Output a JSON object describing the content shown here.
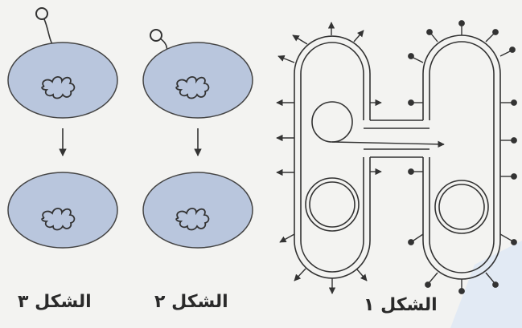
{
  "captions": {
    "figure1": "الشكل ١",
    "figure2": "الشكل ٢",
    "figure3": "الشكل ٣"
  },
  "colors": {
    "cell_fill": "#b9c6dd",
    "stroke": "#333333",
    "background": "#f3f3f1",
    "accent_corner": "#dde7f5"
  }
}
